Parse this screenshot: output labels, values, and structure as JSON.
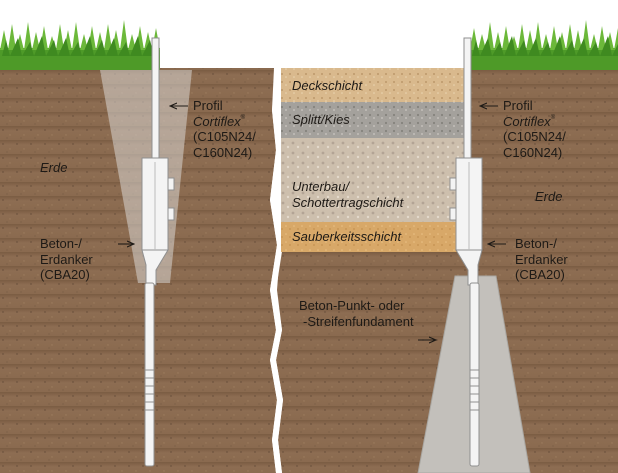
{
  "labels": {
    "profil_left": {
      "l1": "Profil",
      "brand": "Cortiflex",
      "reg": "®",
      "l3": "(C105N24/",
      "l4": "C160N24)"
    },
    "profil_right": {
      "l1": "Profil",
      "brand": "Cortiflex",
      "reg": "®",
      "l3": "(C105N24/",
      "l4": "C160N24)"
    },
    "erde_left": "Erde",
    "erde_right": "Erde",
    "anker_left": {
      "l1": "Beton-/",
      "l2": "Erdanker",
      "l3": "(CBA20)"
    },
    "anker_right": {
      "l1": "Beton-/",
      "l2": "Erdanker",
      "l3": "(CBA20)"
    },
    "fundament": {
      "l1": "Beton-Punkt- oder",
      "l2": "-Streifenfundament"
    }
  },
  "layers": {
    "deckschicht": "Deckschicht",
    "splitt": "Splitt/Kies",
    "unterbau": {
      "l1": "Unterbau/",
      "l2": "Schottertragschicht"
    },
    "sauberkeit": "Sauberkeitsschicht"
  },
  "colors": {
    "soil": "#8b6b4f",
    "deckschicht": "#d9b98d",
    "splitt": "#a4a19c",
    "unterbau": "#cdbfad",
    "sauberkeit": "#d8a868",
    "concrete": "#c3c0bb",
    "grass": "#5aa52e",
    "profile": "#f4f4f4"
  },
  "icons": [
    "arrow-icon"
  ]
}
